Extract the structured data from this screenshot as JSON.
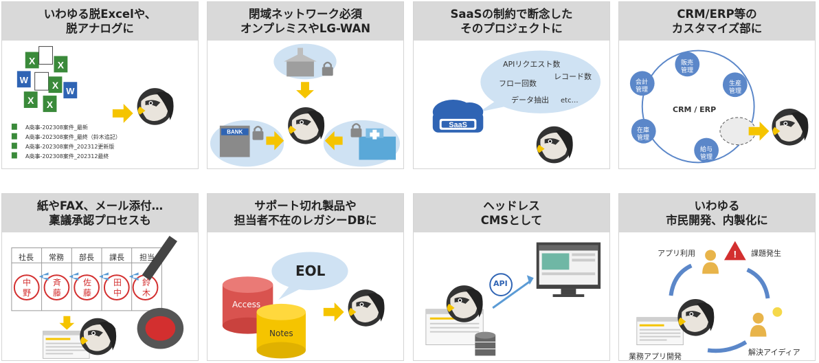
{
  "cards": [
    {
      "title1": "いわゆる脱Excelや、",
      "title2": "脱アナログに",
      "files": [
        "A商事-202308案件_最新",
        "A商事-202308案件_最終（鈴木追記）",
        "A商事-202308案件_202312更新版",
        "A商事-202308案件_202312最終"
      ]
    },
    {
      "title1": "閉域ネットワーク必須",
      "title2": "オンプレミスやLG-WAN",
      "bank_label": "BANK"
    },
    {
      "title1": "SaaSの制約で断念した",
      "title2": "そのプロジェクトに",
      "constraints": [
        "APIリクエスト数",
        "フロー回数",
        "レコード数",
        "データ抽出",
        "etc…"
      ],
      "saas_label": "SaaS"
    },
    {
      "title1": "CRM/ERP等の",
      "title2": "カスタマイズ部に",
      "center": "CRM / ERP",
      "modules": [
        {
          "l1": "販売",
          "l2": "管理"
        },
        {
          "l1": "生産",
          "l2": "管理"
        },
        {
          "l1": "給与",
          "l2": "管理"
        },
        {
          "l1": "在庫",
          "l2": "管理"
        },
        {
          "l1": "会計",
          "l2": "管理"
        }
      ]
    },
    {
      "title1": "紙やFAX、メール添付…",
      "title2": "稟議承認プロセスも",
      "roles": [
        "社長",
        "常務",
        "部長",
        "課長",
        "担当"
      ],
      "stamps": [
        {
          "a": "中",
          "b": "野"
        },
        {
          "a": "斉",
          "b": "藤"
        },
        {
          "a": "佐",
          "b": "藤"
        },
        {
          "a": "田",
          "b": "中"
        },
        {
          "a": "鈴",
          "b": "木"
        }
      ]
    },
    {
      "title1": "サポート切れ製品や",
      "title2": "担当者不在のレガシーDBに",
      "bubble": "EOL",
      "db1": "Access",
      "db2": "Notes"
    },
    {
      "title1": "ヘッドレス",
      "title2": "CMSとして",
      "api": "API"
    },
    {
      "title1": "いわゆる",
      "title2": "市民開発、内製化に",
      "app_use": "アプリ利用",
      "issue": "課題発生",
      "idea": "解決アイディア",
      "dev": "業務アプリ開発"
    }
  ],
  "colors": {
    "header_bg": "#d9d9d9",
    "arrow": "#f5c400",
    "bubble": "#cfe2f3",
    "module": "#5b87c9",
    "stamp": "#d32f2f",
    "access": "#d9534f",
    "notes": "#f5c400"
  }
}
